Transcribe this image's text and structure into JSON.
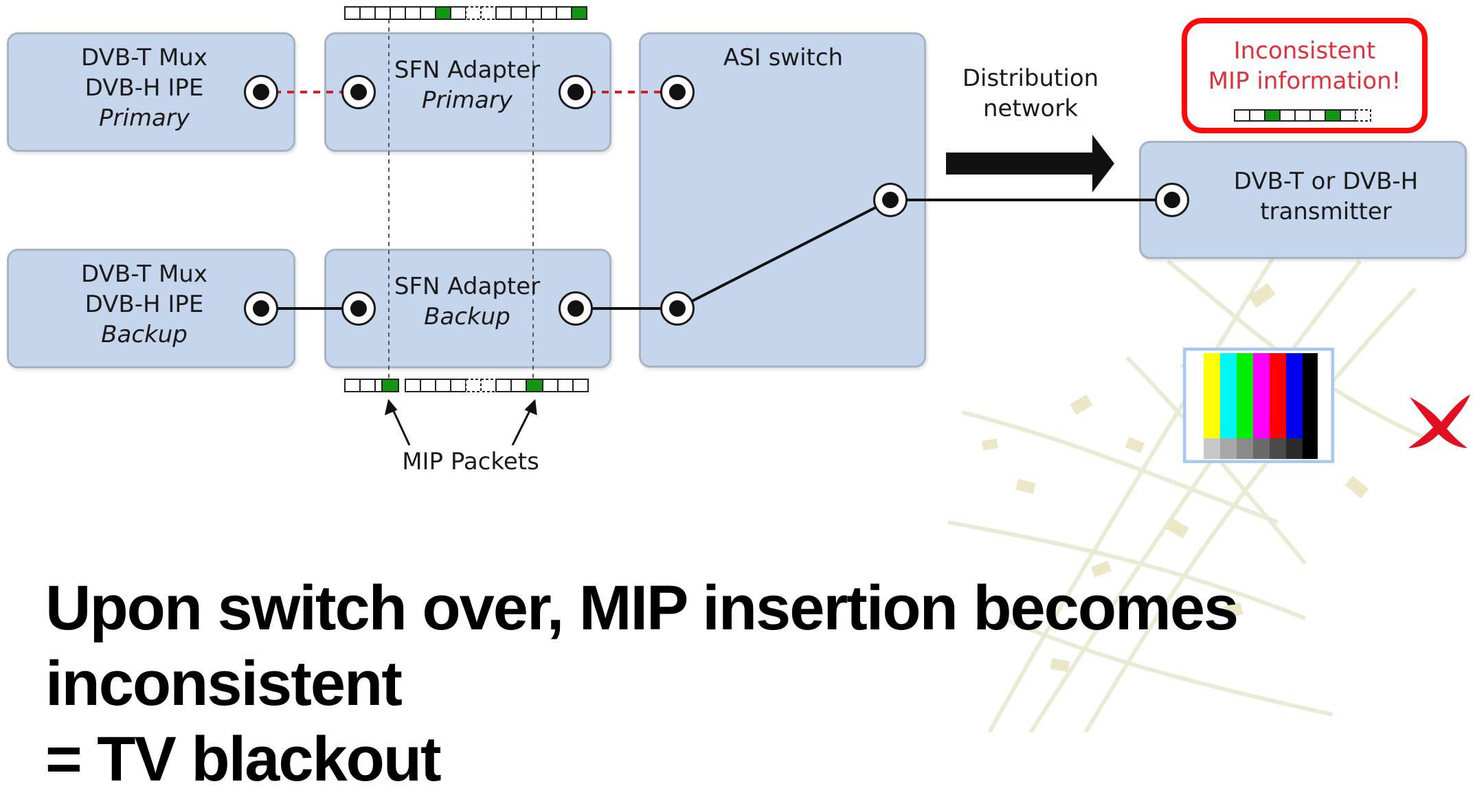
{
  "diagram": {
    "mux_primary": [
      "DVB-T Mux",
      "DVB-H IPE",
      "Primary"
    ],
    "mux_backup": [
      "DVB-T Mux",
      "DVB-H IPE",
      "Backup"
    ],
    "sfn_primary": [
      "SFN Adapter",
      "Primary"
    ],
    "sfn_backup": [
      "SFN Adapter",
      "Backup"
    ],
    "asi_switch": "ASI switch",
    "distribution": [
      "Distribution",
      "network"
    ],
    "transmitter": [
      "DVB-T or DVB-H",
      "transmitter"
    ],
    "alert": [
      "Inconsistent",
      "MIP information!"
    ],
    "mip_packets": "MIP Packets"
  },
  "colors": {
    "box_fill": "#c5d5ec",
    "primary_link": "#d0202c",
    "alert_border": "#ff0a0a",
    "mip_packet": "#149614"
  },
  "icons": {
    "color_bars": "tv-color-bars-icon",
    "fail_mark": "red-cross-icon"
  },
  "headline": {
    "line1": "Upon switch over, MIP insertion becomes inconsistent",
    "line2": "= TV blackout"
  }
}
